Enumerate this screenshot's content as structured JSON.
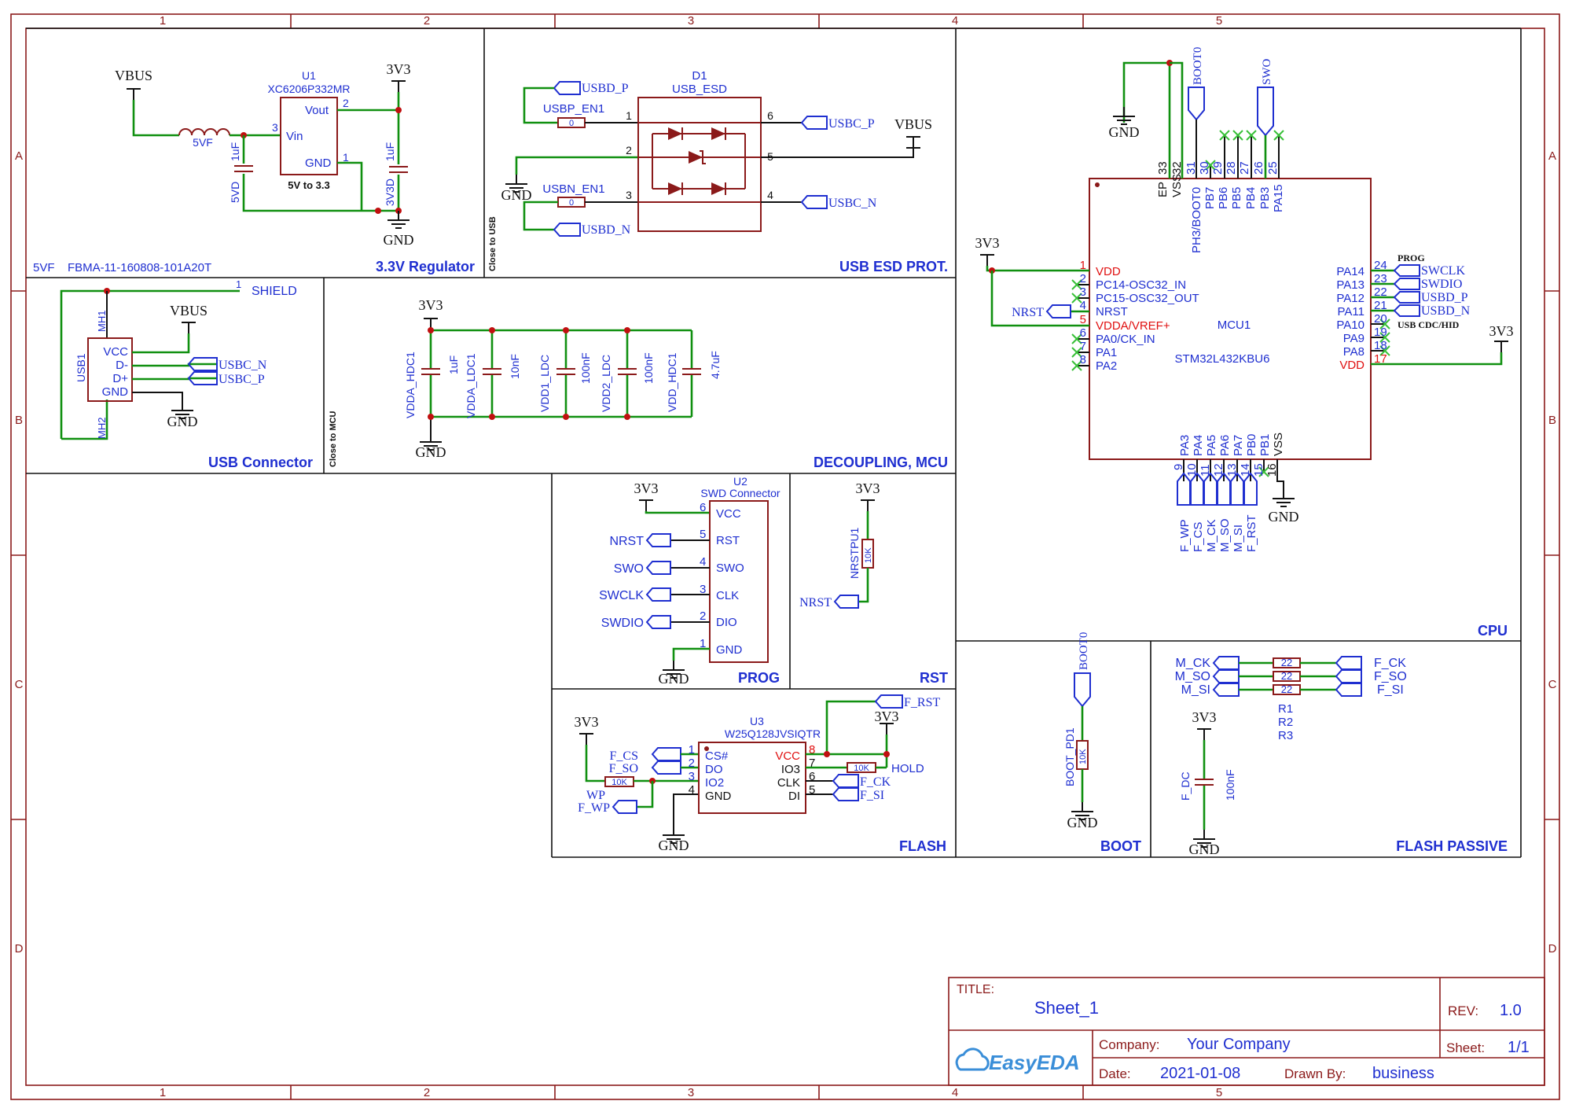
{
  "frame": {
    "columns": [
      "1",
      "2",
      "3",
      "4",
      "5"
    ],
    "rows": [
      "A",
      "B",
      "C",
      "D"
    ]
  },
  "sections": {
    "regulator": "3.3V Regulator",
    "usb_esd": "USB ESD PROT.",
    "cpu": "CPU",
    "usb_conn": "USB Connector",
    "decoupling": "DECOUPLING, MCU",
    "prog": "PROG",
    "rst": "RST",
    "flash": "FLASH",
    "boot": "BOOT",
    "flash_passive": "FLASH PASSIVE",
    "close_usb": "Close to USB",
    "close_mcu": "Close to MCU"
  },
  "regulator": {
    "vbus": "VBUS",
    "u1": "U1",
    "part": "XC6206P332MR",
    "vout": "Vout",
    "vin": "Vin",
    "gnd_pin": "GND",
    "desc": "5V to 3.3",
    "p2": "2",
    "p3": "3",
    "p1": "1",
    "v3v3": "3V3",
    "ind": "5VF",
    "c1val": "1uF",
    "c1ref": "5VD",
    "c2val": "1uF",
    "c2ref": "3V3D",
    "gnd": "GND",
    "note_ref": "5VF",
    "note_part": "FBMA-11-160808-101A20T"
  },
  "esd": {
    "usbd_p": "USBD_P",
    "usbd_n": "USBD_N",
    "usbp_en": "USBP_EN1",
    "usbn_en": "USBN_EN1",
    "r0": "0",
    "d1": "D1",
    "part": "USB_ESD",
    "usbc_p": "USBC_P",
    "usbc_n": "USBC_N",
    "vbus": "VBUS",
    "gnd": "GND",
    "p1": "1",
    "p2": "2",
    "p3": "3",
    "p4": "4",
    "p5": "5",
    "p6": "6"
  },
  "cpu": {
    "gnd": "GND",
    "boot0": "BOOT0",
    "swo": "SWO",
    "v3v3_l": "3V3",
    "nrst": "NRST",
    "v3v3_r": "3V3",
    "ref": "MCU1",
    "part": "STM32L432KBU6",
    "top_pins": [
      "EP",
      "VSS",
      "PH3/BOOT0",
      "PB7",
      "PB6",
      "PB5",
      "PB4",
      "PB3",
      "PA15"
    ],
    "top_nums": [
      "33",
      "32",
      "31",
      "30",
      "29",
      "28",
      "27",
      "26",
      "25"
    ],
    "left_pins": [
      "VDD",
      "PC14-OSC32_IN",
      "PC15-OSC32_OUT",
      "NRST",
      "VDDA/VREF+",
      "PA0/CK_IN",
      "PA1",
      "PA2"
    ],
    "left_nums": [
      "1",
      "2",
      "3",
      "4",
      "5",
      "6",
      "7",
      "8"
    ],
    "right_pins": [
      "PA14",
      "PA13",
      "PA12",
      "PA11",
      "PA10",
      "PA9",
      "PA8",
      "VDD"
    ],
    "right_nums": [
      "24",
      "23",
      "22",
      "21",
      "20",
      "19",
      "18",
      "17"
    ],
    "right_nets": [
      "SWCLK",
      "SWDIO",
      "USBD_P",
      "USBD_N"
    ],
    "prog_note": "PROG",
    "usb_note": "USB CDC/HID",
    "bot_pins": [
      "PA3",
      "PA4",
      "PA5",
      "PA6",
      "PA7",
      "PB0",
      "PB1",
      "VSS"
    ],
    "bot_nums": [
      "9",
      "10",
      "11",
      "12",
      "13",
      "14",
      "15",
      "16"
    ],
    "bot_nets": [
      "F_WP",
      "F_CS",
      "M_CK",
      "M_SO",
      "M_SI",
      "F_RST"
    ],
    "bot_gnd": "GND"
  },
  "usbconn": {
    "shield": "SHIELD",
    "p1": "1",
    "mh1": "MH1",
    "mh2": "MH2",
    "ref": "USB1",
    "pins": [
      "VCC",
      "D-",
      "D+",
      "GND"
    ],
    "vbus": "VBUS",
    "usbc_n": "USBC_N",
    "usbc_p": "USBC_P",
    "gnd": "GND"
  },
  "decoupling": {
    "v3v3": "3V3",
    "gnd": "GND",
    "caps": [
      {
        "ref": "VDDA_HDC1",
        "val": "1uF"
      },
      {
        "ref": "VDDA_LDC1",
        "val": "10nF"
      },
      {
        "ref": "VDD1_LDC",
        "val": "100nF"
      },
      {
        "ref": "VDD2_LDC",
        "val": "100nF"
      },
      {
        "ref": "VDD_HDC1",
        "val": "4.7uF"
      }
    ]
  },
  "prog": {
    "v3v3": "3V3",
    "u2": "U2",
    "part": "SWD Connector",
    "pins": [
      "VCC",
      "RST",
      "SWO",
      "CLK",
      "DIO",
      "GND"
    ],
    "nums": [
      "6",
      "5",
      "4",
      "3",
      "2",
      "1"
    ],
    "nets": [
      "NRST",
      "SWO",
      "SWCLK",
      "SWDIO"
    ],
    "gnd": "GND"
  },
  "rst": {
    "v3v3": "3V3",
    "ref": "NRSTPU1",
    "val": "10K",
    "net": "NRST"
  },
  "flash": {
    "v3v3": "3V3",
    "u3": "U3",
    "part": "W25Q128JVSIQTR",
    "left_pins": [
      "CS#",
      "DO",
      "IO2",
      "GND"
    ],
    "left_nums": [
      "1",
      "2",
      "3",
      "4"
    ],
    "right_pins": [
      "VCC",
      "IO3",
      "CLK",
      "DI"
    ],
    "right_nums": [
      "8",
      "7",
      "6",
      "5"
    ],
    "f_cs": "F_CS",
    "f_so": "F_SO",
    "wp": "WP",
    "f_wp": "F_WP",
    "r10k": "10K",
    "f_rst": "F_RST",
    "v3v3_b": "3V3",
    "hold": "HOLD",
    "r10k_b": "10K",
    "f_ck": "F_CK",
    "f_si": "F_SI",
    "gnd": "GND"
  },
  "boot": {
    "net": "BOOT0",
    "ref": "BOOT_PD1",
    "val": "10K",
    "gnd": "GND"
  },
  "fpassive": {
    "left": [
      "M_CK",
      "M_SO",
      "M_SI"
    ],
    "right": [
      "F_CK",
      "F_SO",
      "F_SI"
    ],
    "vals": [
      "22",
      "22",
      "22"
    ],
    "refs": [
      "R1",
      "R2",
      "R3"
    ],
    "v3v3": "3V3",
    "cref": "F_DC",
    "cval": "100nF",
    "gnd": "GND"
  },
  "title_block": {
    "title_label": "TITLE:",
    "title": "Sheet_1",
    "rev_label": "REV:",
    "rev": "1.0",
    "company_label": "Company:",
    "company": "Your Company",
    "sheet_label": "Sheet:",
    "sheet": "1/1",
    "date_label": "Date:",
    "date": "2021-01-08",
    "drawn_label": "Drawn By:",
    "drawn": "business",
    "logo": "EasyEDA"
  }
}
